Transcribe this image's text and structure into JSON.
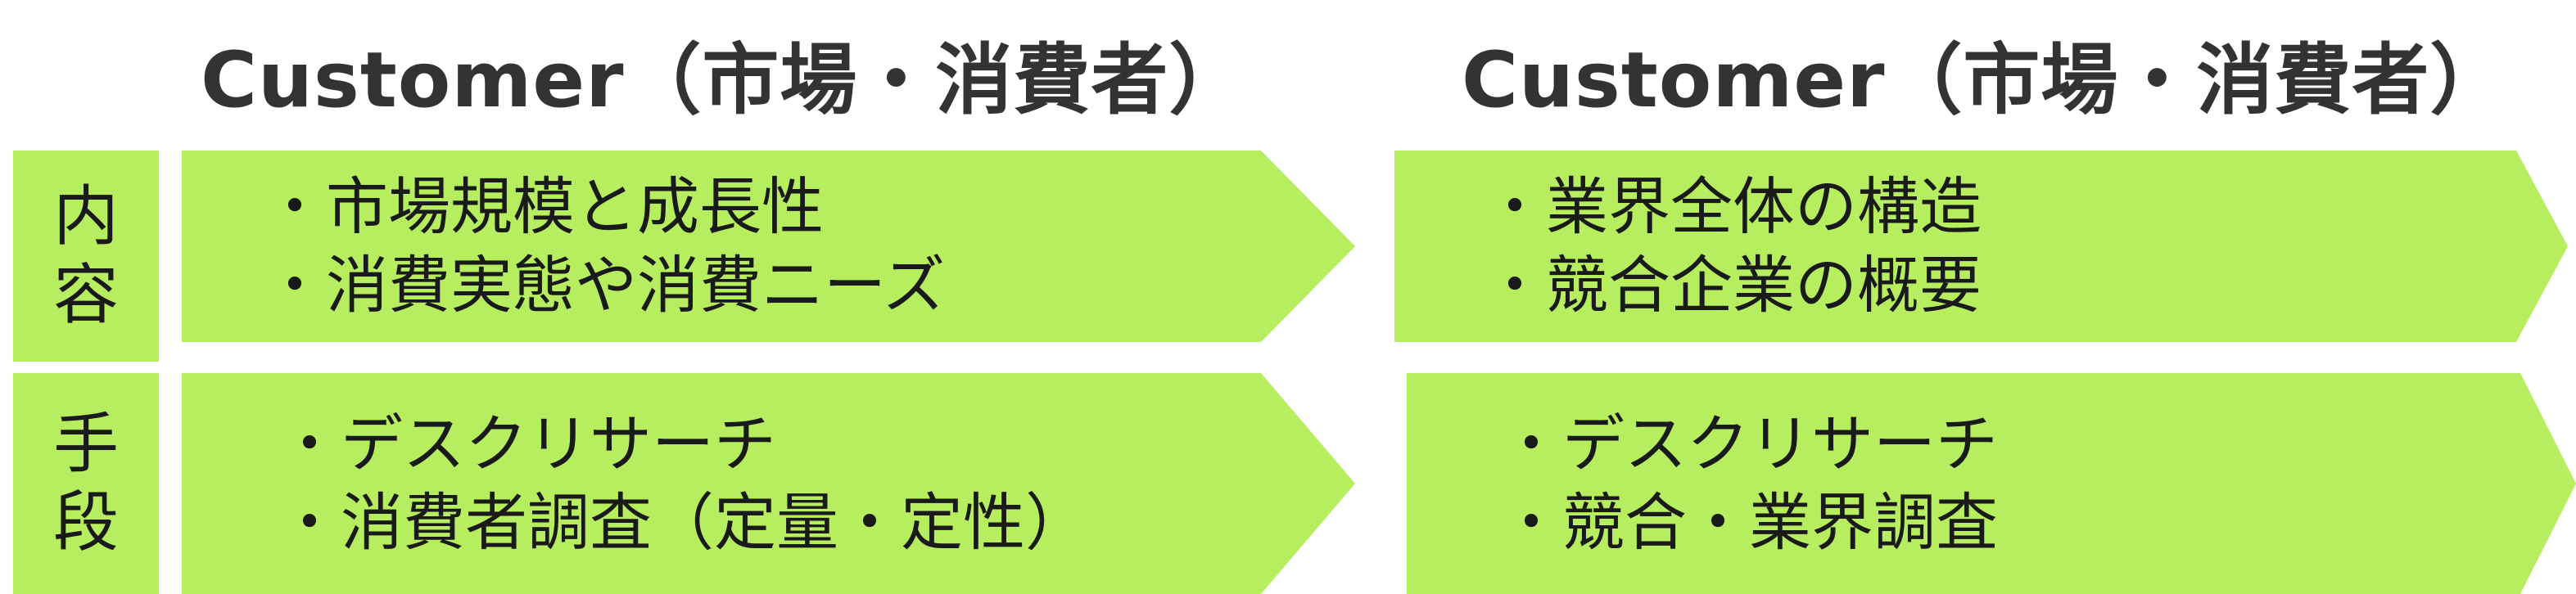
{
  "columns": [
    {
      "header": "Customer（市場・消費者）"
    },
    {
      "header": "Customer（市場・消費者）"
    }
  ],
  "rows": [
    {
      "label_chars": [
        "内",
        "容"
      ]
    },
    {
      "label_chars": [
        "手",
        "段"
      ]
    }
  ],
  "cells": {
    "r0c0": [
      "・市場規模と成長性",
      "・消費実態や消費ニーズ"
    ],
    "r0c1": [
      "・業界全体の構造",
      "・競合企業の概要"
    ],
    "r1c0": [
      "・デスクリサーチ",
      "・消費者調査（定量・定性）"
    ],
    "r1c1": [
      "・デスクリサーチ",
      "・競合・業界調査"
    ]
  },
  "colors": {
    "fill": "#b6ee5f",
    "header_text": "#333333",
    "body_text": "#1a1a1a"
  }
}
